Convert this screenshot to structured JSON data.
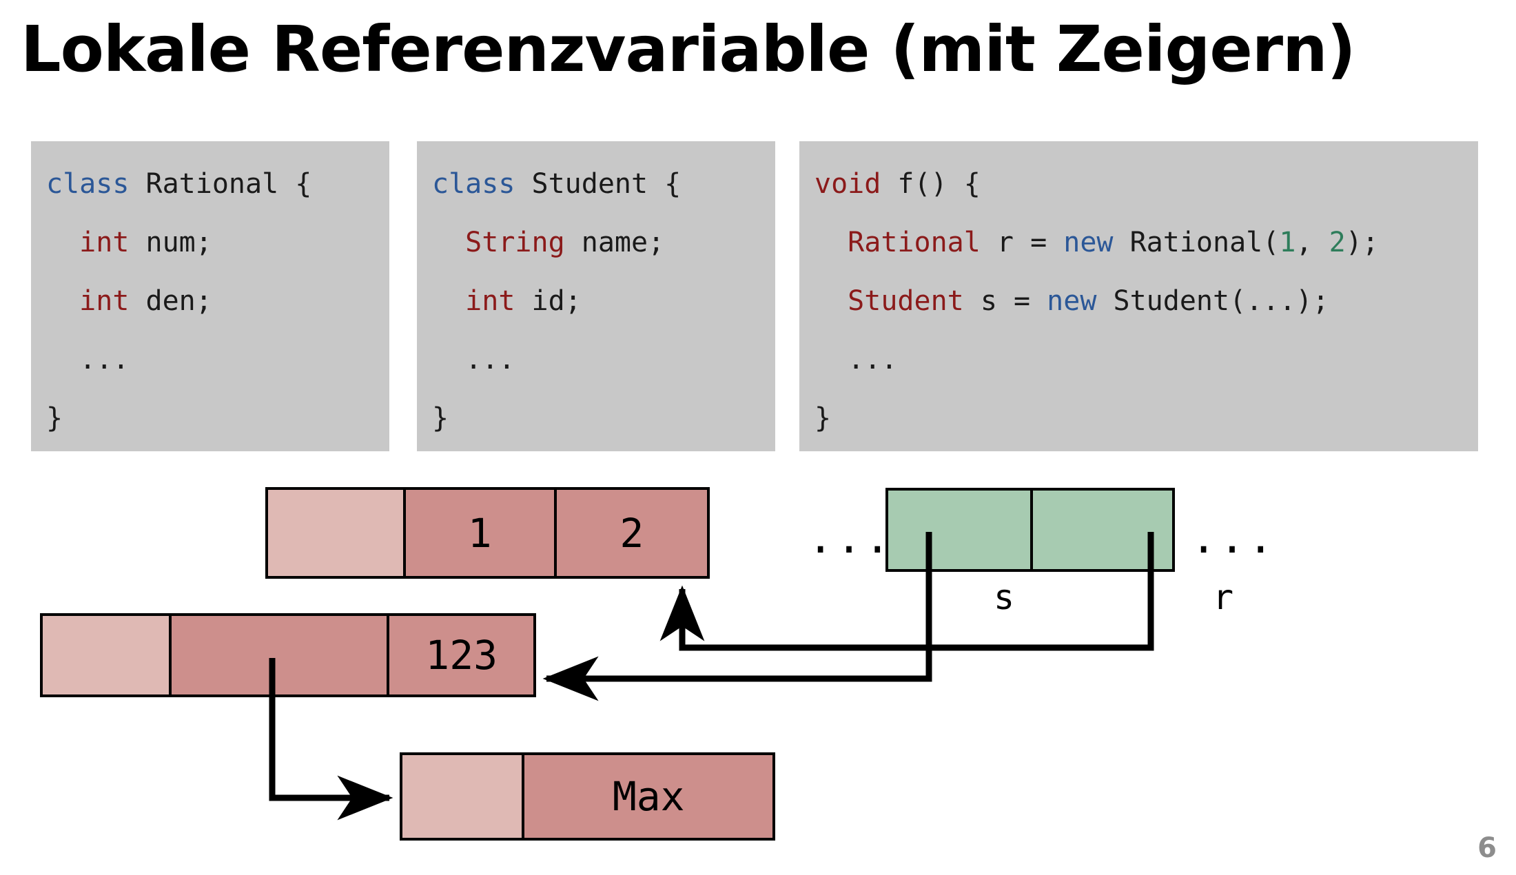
{
  "slide": {
    "title": "Lokale Referenzvariable (mit Zeigern)",
    "page_number": "6",
    "background_color": "#ffffff"
  },
  "colors": {
    "code_background": "#c8c8c8",
    "keyword_blue": "#2b5797",
    "type_red": "#8b1a1a",
    "number_green": "#2e7d5b",
    "object_header": "#dfb9b4",
    "object_field": "#cd8f8c",
    "stack_cell": "#a7cbb1",
    "page_number": "#8d8d8d",
    "outline": "#000000"
  },
  "code_blocks": [
    {
      "id": "code-rational",
      "lines": [
        [
          {
            "t": "class",
            "c": "kw-blue"
          },
          {
            "t": " Rational {",
            "c": ""
          }
        ],
        [
          {
            "t": "  ",
            "c": ""
          },
          {
            "t": "int",
            "c": "kw-red"
          },
          {
            "t": " num;",
            "c": ""
          }
        ],
        [
          {
            "t": "  ",
            "c": ""
          },
          {
            "t": "int",
            "c": "kw-red"
          },
          {
            "t": " den;",
            "c": ""
          }
        ],
        [
          {
            "t": "  ...",
            "c": ""
          }
        ],
        [
          {
            "t": "}",
            "c": ""
          }
        ]
      ]
    },
    {
      "id": "code-student",
      "lines": [
        [
          {
            "t": "class",
            "c": "kw-blue"
          },
          {
            "t": " Student {",
            "c": ""
          }
        ],
        [
          {
            "t": "  ",
            "c": ""
          },
          {
            "t": "String",
            "c": "kw-red"
          },
          {
            "t": " name;",
            "c": ""
          }
        ],
        [
          {
            "t": "  ",
            "c": ""
          },
          {
            "t": "int",
            "c": "kw-red"
          },
          {
            "t": " id;",
            "c": ""
          }
        ],
        [
          {
            "t": "  ...",
            "c": ""
          }
        ],
        [
          {
            "t": "}",
            "c": ""
          }
        ]
      ]
    },
    {
      "id": "code-main",
      "lines": [
        [
          {
            "t": "void",
            "c": "kw-red"
          },
          {
            "t": " f() {",
            "c": ""
          }
        ],
        [
          {
            "t": "  ",
            "c": ""
          },
          {
            "t": "Rational",
            "c": "kw-red"
          },
          {
            "t": " r = ",
            "c": ""
          },
          {
            "t": "new",
            "c": "kw-blue"
          },
          {
            "t": " Rational(",
            "c": ""
          },
          {
            "t": "1",
            "c": "kw-green"
          },
          {
            "t": ", ",
            "c": ""
          },
          {
            "t": "2",
            "c": "kw-green"
          },
          {
            "t": ");",
            "c": ""
          }
        ],
        [
          {
            "t": "  ",
            "c": ""
          },
          {
            "t": "Student",
            "c": "kw-red"
          },
          {
            "t": " s = ",
            "c": ""
          },
          {
            "t": "new",
            "c": "kw-blue"
          },
          {
            "t": " Student(...);",
            "c": ""
          }
        ],
        [
          {
            "t": "  ...",
            "c": ""
          }
        ],
        [
          {
            "t": "}",
            "c": ""
          }
        ]
      ]
    }
  ],
  "diagram": {
    "rational_object": {
      "name": "rational-object",
      "cells": [
        {
          "label": "",
          "kind": "header"
        },
        {
          "label": "1",
          "kind": "field"
        },
        {
          "label": "2",
          "kind": "field"
        }
      ]
    },
    "student_object": {
      "name": "student-object",
      "cells": [
        {
          "label": "",
          "kind": "header"
        },
        {
          "label": "",
          "kind": "field"
        },
        {
          "label": "123",
          "kind": "field"
        }
      ]
    },
    "string_object": {
      "name": "string-object",
      "cells": [
        {
          "label": "",
          "kind": "header"
        },
        {
          "label": "Max",
          "kind": "field"
        }
      ]
    },
    "stack_frame": {
      "name": "stack-frame",
      "cells": [
        {
          "label": "",
          "kind": "stack"
        },
        {
          "label": "",
          "kind": "stack"
        }
      ],
      "variable_labels": [
        "s",
        "r"
      ]
    },
    "ellipsis_left": "...",
    "ellipsis_right": "..."
  }
}
